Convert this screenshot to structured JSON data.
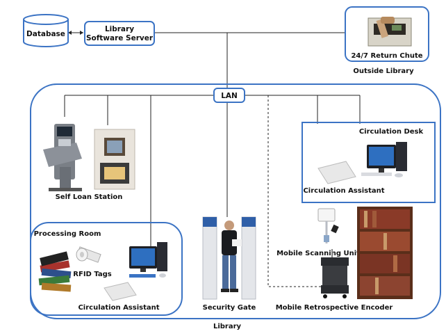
{
  "database_label": "Database",
  "server_label_line1": "Library",
  "server_label_line2": "Software Server",
  "return_chute_label": "24/7 Return Chute",
  "outside_library_label": "Outside Library",
  "lan_label": "LAN",
  "self_loan_label": "Self Loan Station",
  "circulation_desk_label": "Circulation Desk",
  "circulation_desk_assistant_label": "Circulation  Assistant",
  "processing_room_label": "Processing Room",
  "rfid_tags_label": "RFID Tags",
  "processing_assistant_label": "Circulation  Assistant",
  "security_gate_label": "Security Gate",
  "mobile_scanning_label": "Mobile Scanning Unit",
  "mobile_encoder_label": "Mobile Retrospective Encoder",
  "library_label": "Library",
  "colors": {
    "region_border": "#3b73c4",
    "wire": "#222222"
  }
}
